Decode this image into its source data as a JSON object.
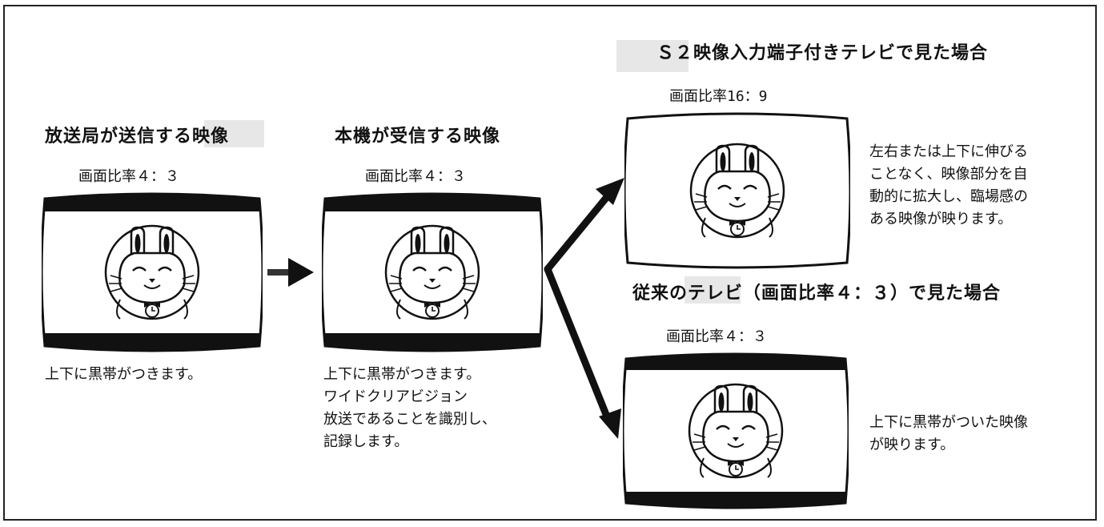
{
  "panels": {
    "broadcast": {
      "title": "放送局が送信する映像",
      "ratio": "画面比率４：３",
      "caption": "上下に黒帯がつきます。"
    },
    "receiver": {
      "title": "本機が受信する映像",
      "ratio": "画面比率４：３",
      "caption": "上下に黒帯がつきます。\nワイドクリアビジョン\n放送であることを識別し、\n記録します。"
    },
    "s2tv": {
      "title": "Ｓ２映像入力端子付きテレビで見た場合",
      "ratio": "画面比率16：9",
      "caption": "左右または上下に伸びる\nことなく、映像部分を自\n動的に拡大し、臨場感の\nある映像が映ります。"
    },
    "oldtv": {
      "title": "従来のテレビ（画面比率４：３）で見た場合",
      "ratio": "画面比率４：３",
      "caption": "上下に黒帯がついた映像\nが映ります。"
    }
  },
  "colors": {
    "ink": "#111111",
    "highlight": "#c9c9c9"
  }
}
